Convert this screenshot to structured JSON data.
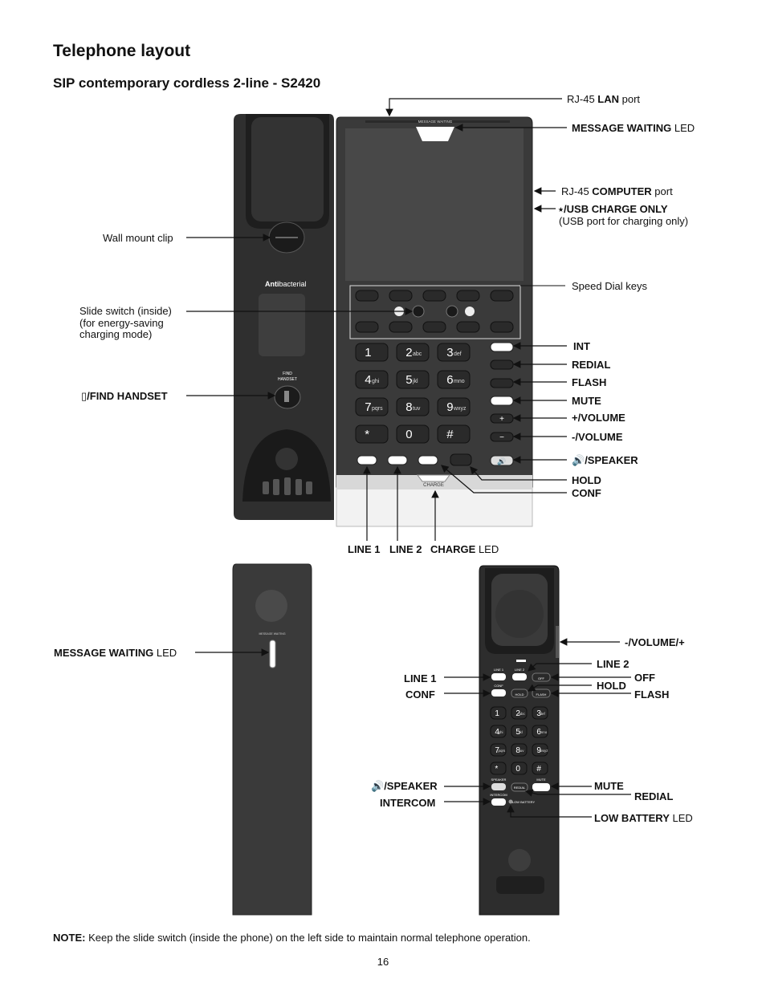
{
  "page": {
    "title": "Telephone layout",
    "subtitle": "SIP contemporary cordless 2-line - S2420",
    "note_label": "NOTE:",
    "note_text": " Keep the slide switch (inside the phone) on the left side to maintain normal telephone operation.",
    "page_number": "16"
  },
  "base_labels": {
    "lan_pre": "RJ-45 ",
    "lan_bold": "LAN",
    "lan_post": " port",
    "mwl_bold": "MESSAGE WAITING",
    "mwl_post": " LED",
    "comp_pre": "RJ-45 ",
    "comp_bold": "COMPUTER",
    "comp_post": " port",
    "usb_bold": "/USB CHARGE ONLY",
    "usb_sub": "(USB port for charging only)",
    "wall_clip": "Wall mount clip",
    "speed_dial": "Speed Dial keys",
    "slide_1": "Slide switch (inside)",
    "slide_2": "(for energy-saving",
    "slide_3": "charging mode)",
    "find_handset": "/FIND HANDSET",
    "int": "INT",
    "redial": "REDIAL",
    "flash": "FLASH",
    "mute": "MUTE",
    "vol_up": "+/VOLUME",
    "vol_down": "-/VOLUME",
    "speaker": "/SPEAKER",
    "hold": "HOLD",
    "conf": "CONF",
    "line1": "LINE 1",
    "line2": "LINE 2",
    "charge_bold": "CHARGE",
    "charge_post": " LED"
  },
  "handset_labels": {
    "mwl_bold": "MESSAGE WAITING",
    "mwl_post": " LED",
    "volume": "-/VOLUME/+",
    "line2": "LINE 2",
    "line1": "LINE 1",
    "off": "OFF",
    "hold": "HOLD",
    "conf": "CONF",
    "flash": "FLASH",
    "speaker": "/SPEAKER",
    "mute": "MUTE",
    "redial": "REDIAL",
    "intercom": "INTERCOM",
    "lowbat_bold": "LOW BATTERY",
    "lowbat_post": " LED"
  },
  "device_text": {
    "message_waiting": "MESSAGE WAITING",
    "antibacterial_bold": "Anti",
    "antibacterial_rest": "bacterial",
    "find": "FIND",
    "handset": "HANDSET",
    "charge": "CHARGE",
    "hs_line1": "LINE 1",
    "hs_line2": "LINE 2",
    "hs_conf": "CONF",
    "hs_off": "OFF",
    "hs_hold": "HOLD",
    "hs_flash": "FLASH",
    "hs_speaker": "SPEAKER",
    "hs_redial": "REDIAL",
    "hs_mute": "MUTE",
    "hs_intercom": "INTERCOM",
    "hs_lowbat": "LOW BATTERY",
    "keypad": [
      {
        "d": "1",
        "l": ""
      },
      {
        "d": "2",
        "l": "abc"
      },
      {
        "d": "3",
        "l": "def"
      },
      {
        "d": "4",
        "l": "ghi"
      },
      {
        "d": "5",
        "l": "jkl"
      },
      {
        "d": "6",
        "l": "mno"
      },
      {
        "d": "7",
        "l": "pqrs"
      },
      {
        "d": "8",
        "l": "tuv"
      },
      {
        "d": "9",
        "l": "wxyz"
      },
      {
        "d": "*",
        "l": ""
      },
      {
        "d": "0",
        "l": ""
      },
      {
        "d": "#",
        "l": ""
      }
    ]
  },
  "colors": {
    "body": "#3a3a3a",
    "dark": "#1c1c1c",
    "key": "#2a2a2a",
    "light": "#f2f2f2",
    "lcd": "#555555"
  }
}
